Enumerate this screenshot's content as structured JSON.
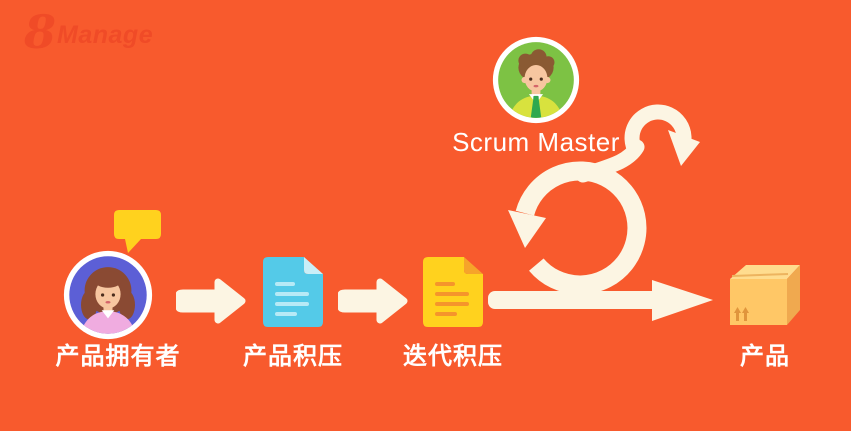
{
  "logo": {
    "mark": "8",
    "name": "Manage"
  },
  "nodes": {
    "product_owner": {
      "label": "产品拥有者"
    },
    "product_backlog": {
      "label": "产品积压"
    },
    "iteration_backlog": {
      "label": "迭代积压"
    },
    "scrum_master": {
      "label": "Scrum Master"
    },
    "product": {
      "label": "产品"
    }
  },
  "icons": {
    "product_owner": "female-avatar-in-circle",
    "scrum_master": "male-avatar-in-circle",
    "speech": "speech-bubble",
    "product_backlog": "blue-document",
    "iteration_backlog": "yellow-document",
    "flow": "right-block-arrow",
    "sprint": "scrum-loop-arrow",
    "product": "package-box"
  },
  "colors": {
    "bg": "#F85A2D",
    "logo": "#F04B27",
    "cream": "#FCF5E3",
    "yellow": "#FFD21E",
    "blue_doc": "#54CAE8",
    "blue_fold": "#C9EFF8",
    "blue_line": "#B7EAF6",
    "yellow_fold": "#F6A42A",
    "orange_line": "#F5952B",
    "purple": "#5C5FD6",
    "green": "#7DC244",
    "hair_po": "#8A4A33",
    "hair_sm": "#8A5A33",
    "skin": "#F7C6A0",
    "pink": "#F0ACE0",
    "shirt": "#D8E23E",
    "tie": "#2FA84F",
    "box_top": "#FFDC8E",
    "box_front": "#FFC766",
    "box_side": "#F0A94F",
    "box_mark": "#E0953C",
    "label": "#FFFFFF"
  }
}
